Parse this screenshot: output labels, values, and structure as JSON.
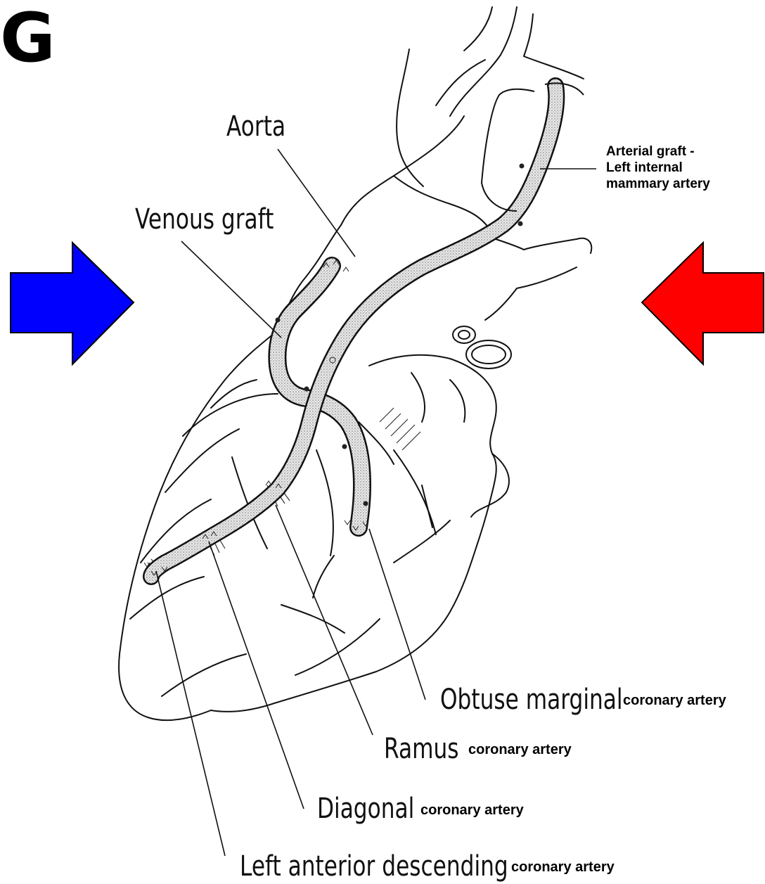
{
  "panel": {
    "letter": "G"
  },
  "labels": {
    "aorta": "Aorta",
    "venous_graft": "Venous graft",
    "arterial_graft": {
      "line1": "Arterial graft -",
      "line2": "Left internal",
      "line3": "mammary artery"
    },
    "obtuse_marginal": "Obtuse marginal",
    "ramus": "Ramus",
    "diagonal": "Diagonal",
    "lad": "Left anterior descending",
    "artery_suffix": "coronary artery"
  },
  "arrows": {
    "left": {
      "direction": "right",
      "color": "#0000ff"
    },
    "right": {
      "direction": "left",
      "color": "#ff0000"
    }
  }
}
